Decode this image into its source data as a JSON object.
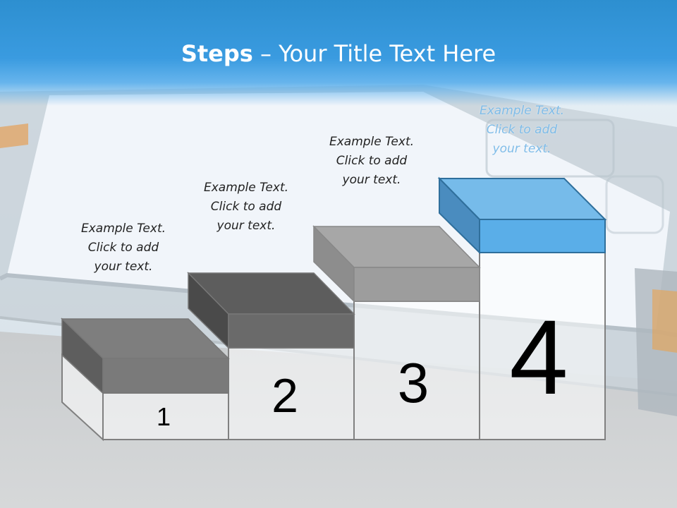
{
  "slide": {
    "title_bold": "Steps",
    "title_rest": " – Your Title Text Here",
    "colors": {
      "header": "#3498db",
      "step_gray_dark": "#5f5f5f",
      "step_gray": "#7a7a7a",
      "step_gray_light": "#a8a8a8",
      "step_blue": "#5aaee8"
    }
  },
  "steps": [
    {
      "number": "1",
      "text_lines": [
        "Example Text.",
        "Click  to add",
        "your text."
      ]
    },
    {
      "number": "2",
      "text_lines": [
        "Example Text.",
        "Click  to add",
        "your text."
      ]
    },
    {
      "number": "3",
      "text_lines": [
        "Example Text.",
        "Click  to add",
        "your text."
      ]
    },
    {
      "number": "4",
      "text_lines": [
        "Example Text.",
        "Click  to add",
        "your text."
      ]
    }
  ]
}
